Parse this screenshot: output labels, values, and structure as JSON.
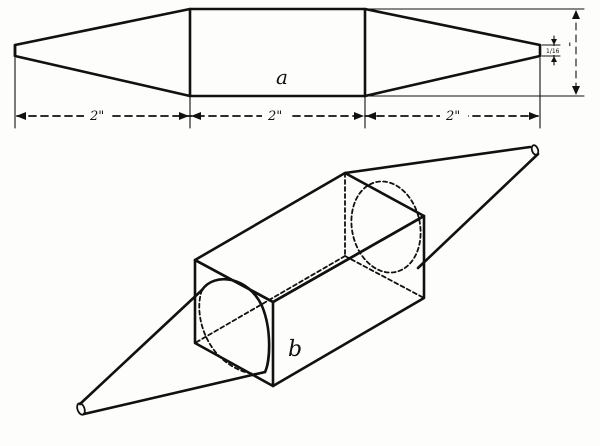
{
  "figure_a": {
    "label": "a",
    "dimensions": [
      "2\"",
      "2\"",
      "2\""
    ],
    "tip_dimension": "1/16"
  },
  "figure_b": {
    "label": "b"
  },
  "colors": {
    "ink": "#111111",
    "paper": "#fdfdfb"
  }
}
